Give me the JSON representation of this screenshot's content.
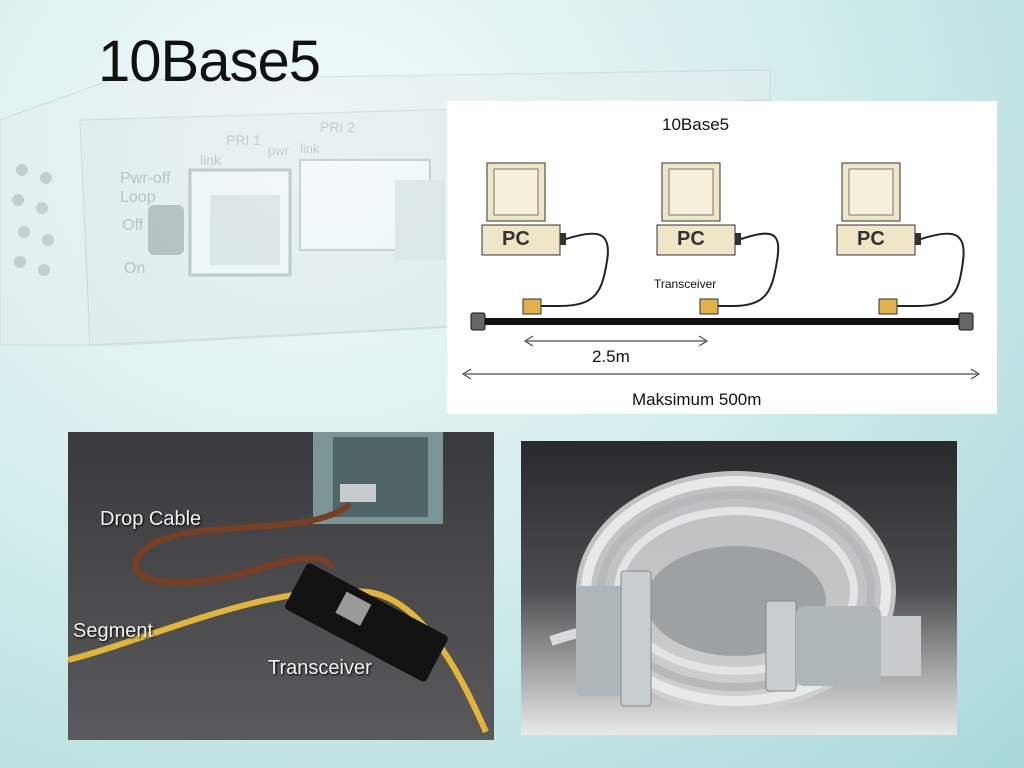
{
  "slide": {
    "title": "10Base5"
  },
  "background_device": {
    "labels": [
      "PRI 1",
      "PRI 2",
      "link",
      "pwr",
      "link",
      "Pwr-off",
      "Loop",
      "Off",
      "On"
    ]
  },
  "diagram": {
    "title": "10Base5",
    "pc_label": "PC",
    "transceiver_label": "Transceiver",
    "spacing_label": "2.5m",
    "max_label": "Maksimum 500m"
  },
  "photo_left": {
    "drop_cable": "Drop Cable",
    "segment": "Segment",
    "transceiver": "Transceiver"
  },
  "colors": {
    "bus": "#111111",
    "transceiver": "#e2b24a",
    "pc_body": "#efe6c8",
    "segment_cable": "#e0b53a",
    "drop_cable": "#7a3e22"
  }
}
